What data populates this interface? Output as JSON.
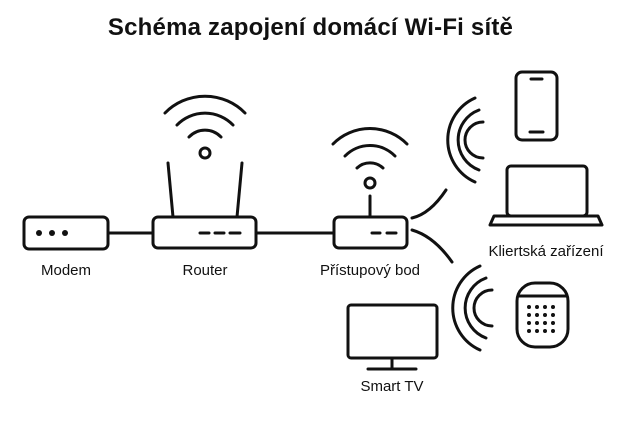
{
  "diagram": {
    "title": "Schéma zapojení domácí Wi-Fi sítě",
    "devices": {
      "modem": "Modem",
      "router": "Router",
      "access_point": "Přístupový bod",
      "client_devices": "Kliertská zařízení",
      "smart_tv": "Smart TV"
    }
  }
}
